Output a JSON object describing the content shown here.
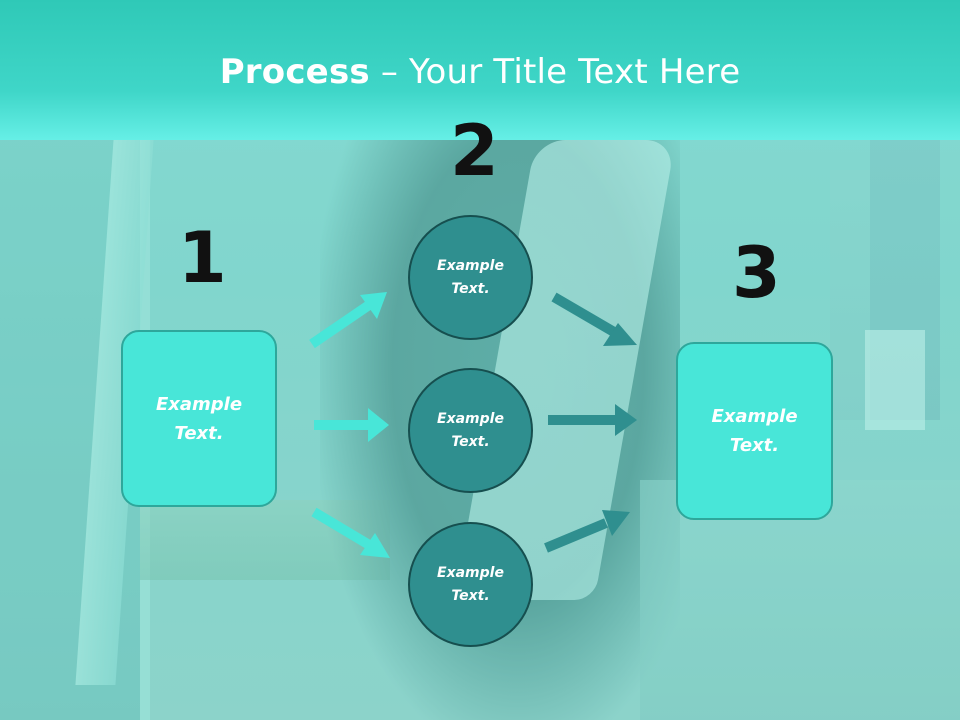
{
  "slide": {
    "title_bold": "Process",
    "title_rest": " – Your Title Text Here"
  },
  "steps": {
    "one": "1",
    "two": "2",
    "three": "3"
  },
  "boxes": {
    "left": "Example Text.",
    "right": "Example Text."
  },
  "circles": {
    "top": "Example Text.",
    "middle": "Example Text.",
    "bottom": "Example Text."
  },
  "colors": {
    "header": "#3fd6c8",
    "box_fill": "#48e6d8",
    "box_border": "#2ea79b",
    "circle_fill": "#2f8f8f",
    "circle_border": "#164f4f",
    "arrow_left": "#48e6d8",
    "arrow_right": "#2f8f8f",
    "step_number": "#111111"
  }
}
